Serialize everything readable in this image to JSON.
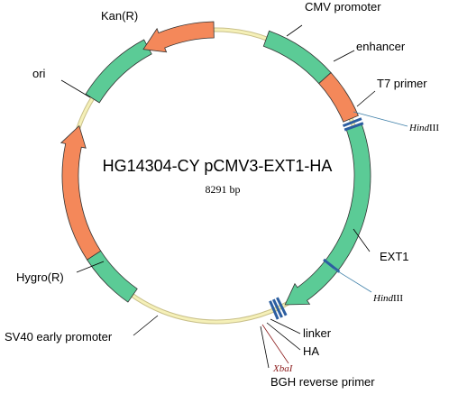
{
  "plasmid": {
    "name": "HG14304-CY pCMV3-EXT1-HA",
    "size": "8291 bp"
  },
  "features": {
    "kan": "Kan(R)",
    "cmv": "CMV promoter",
    "enhancer": "enhancer",
    "t7": "T7 primer",
    "ori": "ori",
    "ext1": "EXT1",
    "hygro": "Hygro(R)",
    "sv40": "SV40 early promoter",
    "linker": "linker",
    "ha": "HA",
    "bgh": "BGH reverse primer"
  },
  "sites": {
    "hind1_italic": "Hind",
    "hind1_rest": "III",
    "hind2_italic": "Hind",
    "hind2_rest": "III",
    "xba": "XbaI"
  },
  "colors": {
    "backbone": "#F5F0B8",
    "backbone_edge": "#C9C08A",
    "green": "#5BCB96",
    "orange": "#F4885A",
    "edge": "#333333",
    "site_line": "#3E7FA8",
    "site_mark": "#2C5EA0",
    "xba_text": "#8B1A1A"
  }
}
